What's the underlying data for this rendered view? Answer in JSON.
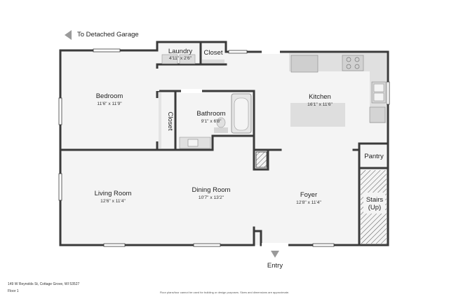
{
  "garage_link": {
    "label": "To Detached Garage"
  },
  "entry_label": "Entry",
  "rooms": {
    "laundry": {
      "name": "Laundry",
      "dim": "4'11\" x 2'6\""
    },
    "closet_top": {
      "name": "Closet"
    },
    "bedroom": {
      "name": "Bedroom",
      "dim": "11'6\" x 11'9\""
    },
    "closet_side": {
      "name": "Closet"
    },
    "bathroom": {
      "name": "Bathroom",
      "dim": "9'1\" x 6'8\""
    },
    "kitchen": {
      "name": "Kitchen",
      "dim": "16'1\" x 11'6\""
    },
    "pantry": {
      "name": "Pantry"
    },
    "living": {
      "name": "Living Room",
      "dim": "12'6\" x 11'4\""
    },
    "dining": {
      "name": "Dining Room",
      "dim": "10'7\" x 13'2\""
    },
    "foyer": {
      "name": "Foyer",
      "dim": "12'8\" x 11'4\""
    },
    "stairs": {
      "name": "Stairs",
      "sub": "(Up)"
    }
  },
  "footer": {
    "address": "149 W Reynolds St, Cottage Grove, WI 53527",
    "floor": "Floor 1",
    "disclaimer": "Floor plans/tour cannot be used for building or design purposes. Sizes and dimensions are approximate."
  },
  "colors": {
    "wall": "#3a3a3a",
    "floor": "#f5f5f5",
    "fixture": "#d9d9d9"
  }
}
